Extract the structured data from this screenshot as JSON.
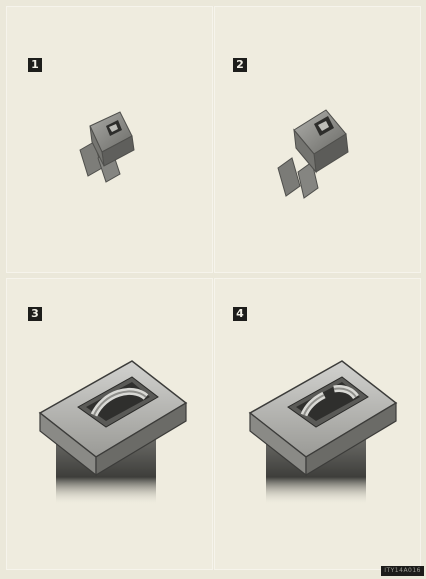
{
  "panels": [
    {
      "label": "1",
      "depicts": "fuse-intact-small"
    },
    {
      "label": "2",
      "depicts": "fuse-intact-large"
    },
    {
      "label": "3",
      "depicts": "fuse-blade-normal"
    },
    {
      "label": "4",
      "depicts": "fuse-blade-blown"
    }
  ],
  "image_code": "ITY14A016",
  "colors": {
    "background": "#ebe8da",
    "panel": "#efecdf",
    "badge": "#1d1d1b",
    "fuse_body": "#8a8a86"
  }
}
